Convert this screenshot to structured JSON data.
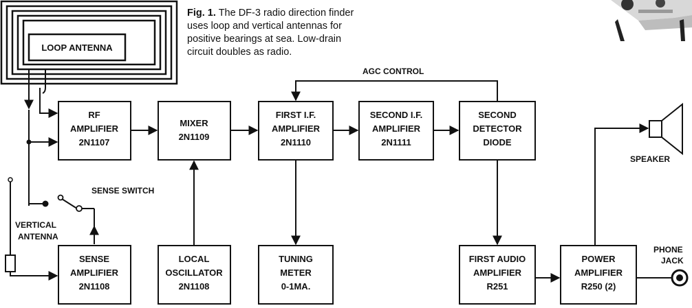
{
  "caption": {
    "fig": "Fig. 1.",
    "text": "The DF-3 radio direction finder uses loop and vertical antennas for positive bearings at sea. Low-drain circuit doubles as radio."
  },
  "blocks": {
    "loop_antenna": [
      "LOOP ANTENNA"
    ],
    "rf_amp": [
      "RF",
      "AMPLIFIER",
      "2N1107"
    ],
    "mixer": [
      "MIXER",
      "2N1109"
    ],
    "first_if": [
      "FIRST I.F.",
      "AMPLIFIER",
      "2N1110"
    ],
    "second_if": [
      "SECOND I.F.",
      "AMPLIFIER",
      "2N1111"
    ],
    "second_detector": [
      "SECOND",
      "DETECTOR",
      "DIODE"
    ],
    "sense_amp": [
      "SENSE",
      "AMPLIFIER",
      "2N1108"
    ],
    "local_osc": [
      "LOCAL",
      "OSCILLATOR",
      "2N1108"
    ],
    "tuning_meter": [
      "TUNING",
      "METER",
      "0-1MA."
    ],
    "first_audio": [
      "FIRST AUDIO",
      "AMPLIFIER",
      "R251"
    ],
    "power_amp": [
      "POWER",
      "AMPLIFIER",
      "R250 (2)"
    ]
  },
  "labels": {
    "agc": "AGC CONTROL",
    "sense_switch": "SENSE SWITCH",
    "vertical_antenna": [
      "VERTICAL",
      "ANTENNA"
    ],
    "speaker": "SPEAKER",
    "phone_jack": [
      "PHONE",
      "JACK"
    ]
  }
}
